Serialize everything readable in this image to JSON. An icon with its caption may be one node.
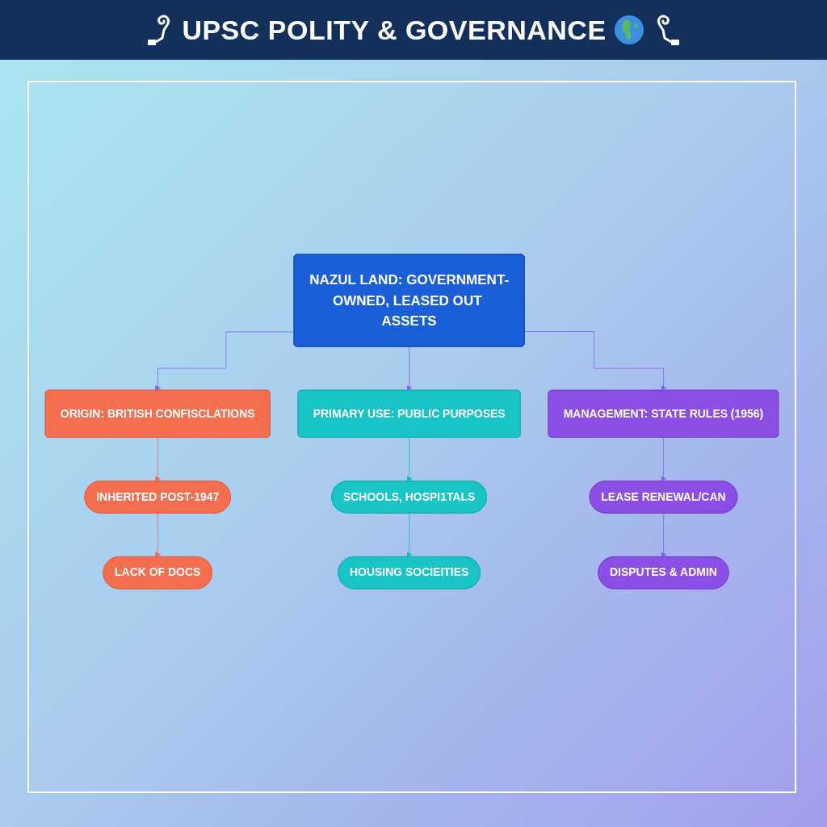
{
  "diagram": {
    "title": "UPSC POLITY & GOVERNANCE",
    "nodes": [
      {
        "text": [
          "NAZUL LAND: GOVERNMENT-OWNED, LEASED OUT ASSETS"
        ]
      },
      {
        "text": [
          "ORIGIN: BRITISH CONFISCLATIONS"
        ]
      },
      {
        "text": [
          "PRIMARY USE: PUBLIC PURPOSES"
        ]
      },
      {
        "text": [
          "MANAGEMENT: STATE RULES (1956)"
        ]
      },
      {
        "text": [
          "INHERITED POST-1947"
        ]
      },
      {
        "text": [
          "LACK OF DOCS"
        ]
      },
      {
        "text": [
          "SCHOOLS, HOSPI1TALS"
        ]
      },
      {
        "text": [
          "HOUSING SOCIEITIES"
        ]
      },
      {
        "text": [
          "LEASE RENEWAL/CAN"
        ]
      },
      {
        "text": [
          "DISPUTES & ADMIN"
        ]
      }
    ],
    "edges": [
      {
        "from": 0,
        "to": 1,
        "arrow": "to"
      },
      {
        "from": 0,
        "to": 2,
        "arrow": "to"
      },
      {
        "from": 0,
        "to": 3,
        "arrow": "to"
      },
      {
        "from": 1,
        "to": 4,
        "arrow": "to",
        "color": "#f26b4a"
      },
      {
        "from": 4,
        "to": 5,
        "arrow": "to",
        "color": "#f26b4a"
      },
      {
        "from": 2,
        "to": 6,
        "arrow": "to",
        "color": "#14b8c0"
      },
      {
        "from": 6,
        "to": 7,
        "arrow": "to",
        "color": "#14b8c0"
      },
      {
        "from": 3,
        "to": 8,
        "arrow": "to"
      },
      {
        "from": 8,
        "to": 9,
        "arrow": "to"
      }
    ]
  }
}
